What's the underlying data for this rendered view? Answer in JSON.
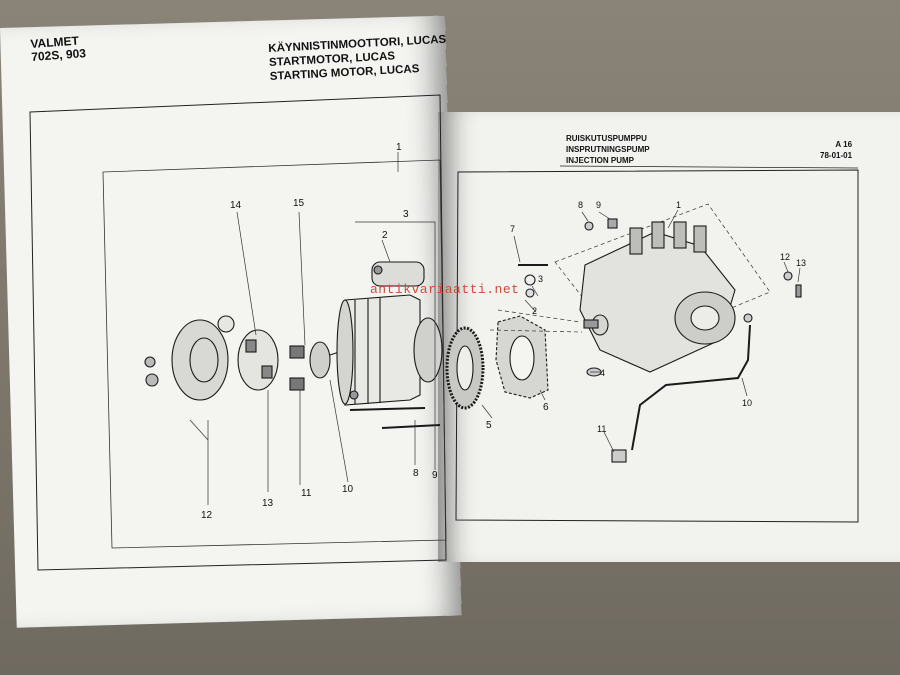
{
  "left_page": {
    "model": [
      "VALMET",
      "702S, 903"
    ],
    "title_lines": [
      "KÄYNNISTINMOOTTORI, LUCAS",
      "STARTMOTOR, LUCAS",
      "STARTING MOTOR, LUCAS"
    ],
    "callouts": [
      "1",
      "2",
      "3",
      "5",
      "6",
      "8",
      "9",
      "10",
      "11",
      "12",
      "13",
      "14",
      "15"
    ]
  },
  "right_page": {
    "title_lines": [
      "RUISKUTUSPUMPPU",
      "INSPRUTNINGSPUMP",
      "INJECTION PUMP"
    ],
    "page_code": [
      "A 16",
      "78-01-01"
    ],
    "callouts": [
      "1",
      "2",
      "3",
      "4",
      "7",
      "8",
      "9",
      "10",
      "11",
      "12",
      "13"
    ]
  },
  "watermark": "antikvariaatti.net",
  "colors": {
    "paper": "#f4f4f1",
    "ink": "#111111",
    "watermark": "#d24a3a",
    "background": "#7c766b"
  }
}
